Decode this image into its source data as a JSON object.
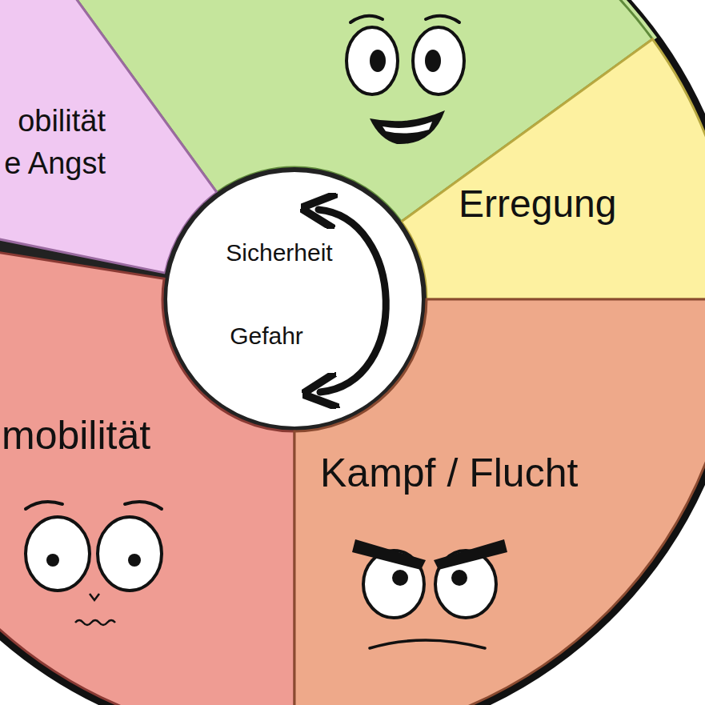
{
  "diagram": {
    "nodes": [
      {
        "text": [
          "obilität e Angst"
        ]
      },
      {
        "text": [
          "Erregung"
        ]
      },
      {
        "text": [
          "Sicherheit",
          "Gefahr"
        ]
      },
      {
        "text": [
          "mobilität"
        ]
      },
      {
        "text": [
          "Kampf / Flucht"
        ]
      }
    ]
  }
}
